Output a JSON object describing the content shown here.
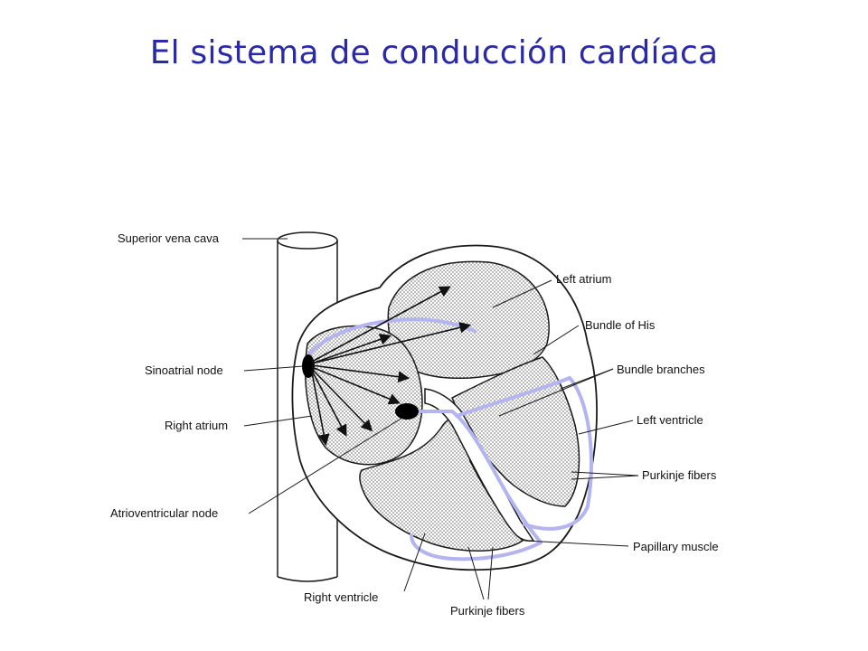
{
  "title": "El sistema de conducción cardíaca",
  "labels": {
    "superior_vena_cava": "Superior vena cava",
    "sinoatrial_node": "Sinoatrial node",
    "right_atrium": "Right atrium",
    "atrioventricular_node": "Atrioventricular node",
    "right_ventricle": "Right ventricle",
    "purkinje_fibers_bottom": "Purkinje fibers",
    "left_atrium": "Left atrium",
    "bundle_of_his": "Bundle of His",
    "bundle_branches": "Bundle branches",
    "left_ventricle": "Left ventricle",
    "purkinje_fibers_right": "Purkinje fibers",
    "papillary_muscle": "Papillary muscle"
  },
  "colors": {
    "title": "#2a2aa6",
    "conduction_path": "#b4b4f0",
    "tissue": "#9a9a9a",
    "outline": "#1a1a1a"
  }
}
